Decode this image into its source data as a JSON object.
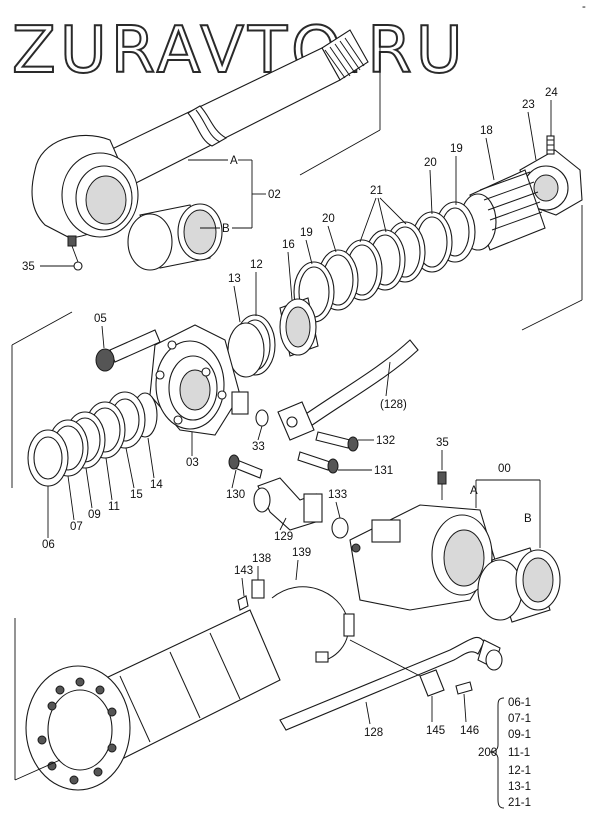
{
  "watermark": "ZURAVTO.RU",
  "corner_mark": "-",
  "callouts": {
    "c_02": "02",
    "c_A_top": "A",
    "c_B_top": "B",
    "c_35_top": "35",
    "c_24": "24",
    "c_23": "23",
    "c_18": "18",
    "c_19a": "19",
    "c_20a": "20",
    "c_21": "21",
    "c_20b": "20",
    "c_19b": "19",
    "c_16": "16",
    "c_12": "12",
    "c_13": "13",
    "c_05": "05",
    "c_128_top": "(128)",
    "c_132": "132",
    "c_131": "131",
    "c_33": "33",
    "c_03": "03",
    "c_14": "14",
    "c_15": "15",
    "c_11": "11",
    "c_09": "09",
    "c_07": "07",
    "c_06": "06",
    "c_35_bot": "35",
    "c_00": "00",
    "c_A_bot": "A",
    "c_B_bot": "B",
    "c_130": "130",
    "c_133": "133",
    "c_129": "129",
    "c_143": "143",
    "c_138": "138",
    "c_139": "139",
    "c_128_bot": "128",
    "c_145": "145",
    "c_146": "146"
  },
  "seal_kit": {
    "number": "200",
    "items": [
      "06-1",
      "07-1",
      "09-1",
      "11-1",
      "12-1",
      "13-1",
      "21-1"
    ]
  }
}
